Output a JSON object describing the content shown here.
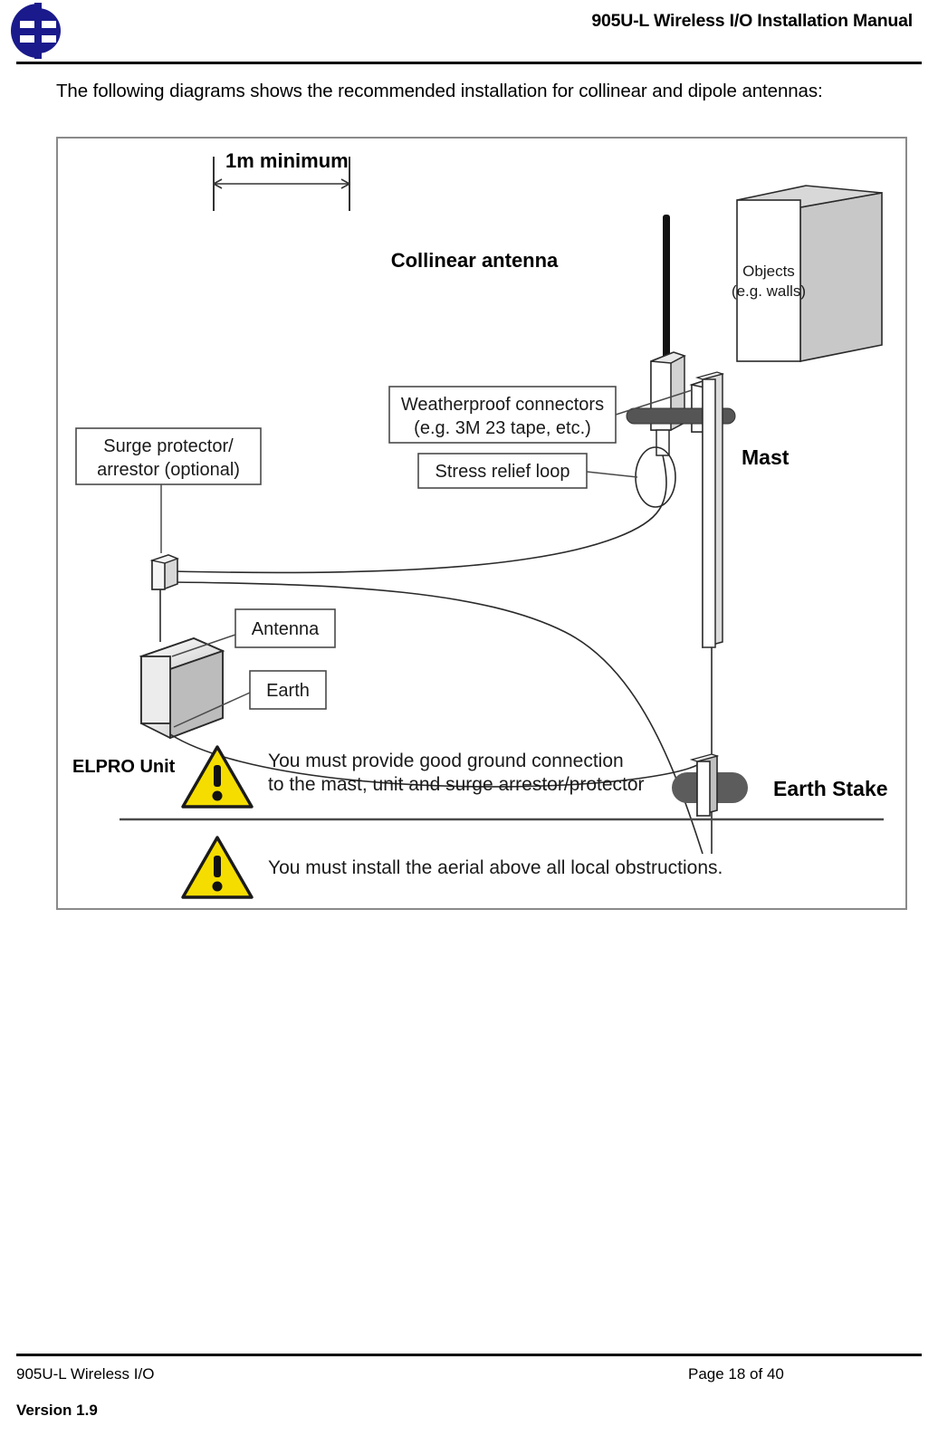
{
  "header": {
    "title": "905U-L Wireless I/O Installation Manual",
    "logo_name": "elpro-logo",
    "logo_color": "#1a1a8c"
  },
  "intro": {
    "paragraph": "The following diagrams shows the recommended installation for collinear and dipole antennas:"
  },
  "diagram": {
    "dimension_label": "1m minimum",
    "collinear_antenna_label": "Collinear antenna",
    "objects_label_line1": "Objects",
    "objects_label_line2": "(e.g. walls)",
    "mast_label": "Mast",
    "weatherproof_line1": "Weatherproof connectors",
    "weatherproof_line2": "(e.g. 3M 23 tape, etc.)",
    "stress_relief_label": "Stress relief loop",
    "surge_line1": "Surge protector/",
    "surge_line2": "arrestor (optional)",
    "antenna_label": "Antenna",
    "earth_label": "Earth",
    "elpro_unit_label": "ELPRO Unit",
    "earth_stake_label": "Earth Stake",
    "warning1_line1": "You must provide good ground connection",
    "warning1_line2": "to the mast, unit and surge arrestor/protector",
    "warning2_line1": "You must install the aerial above all local obstructions.",
    "warning_icon_name": "warning-triangle-icon",
    "warning_icon_color": "#f5dd00"
  },
  "footer": {
    "left": "905U-L Wireless I/O",
    "right": "Page 18 of 40",
    "version": "Version 1.9"
  }
}
